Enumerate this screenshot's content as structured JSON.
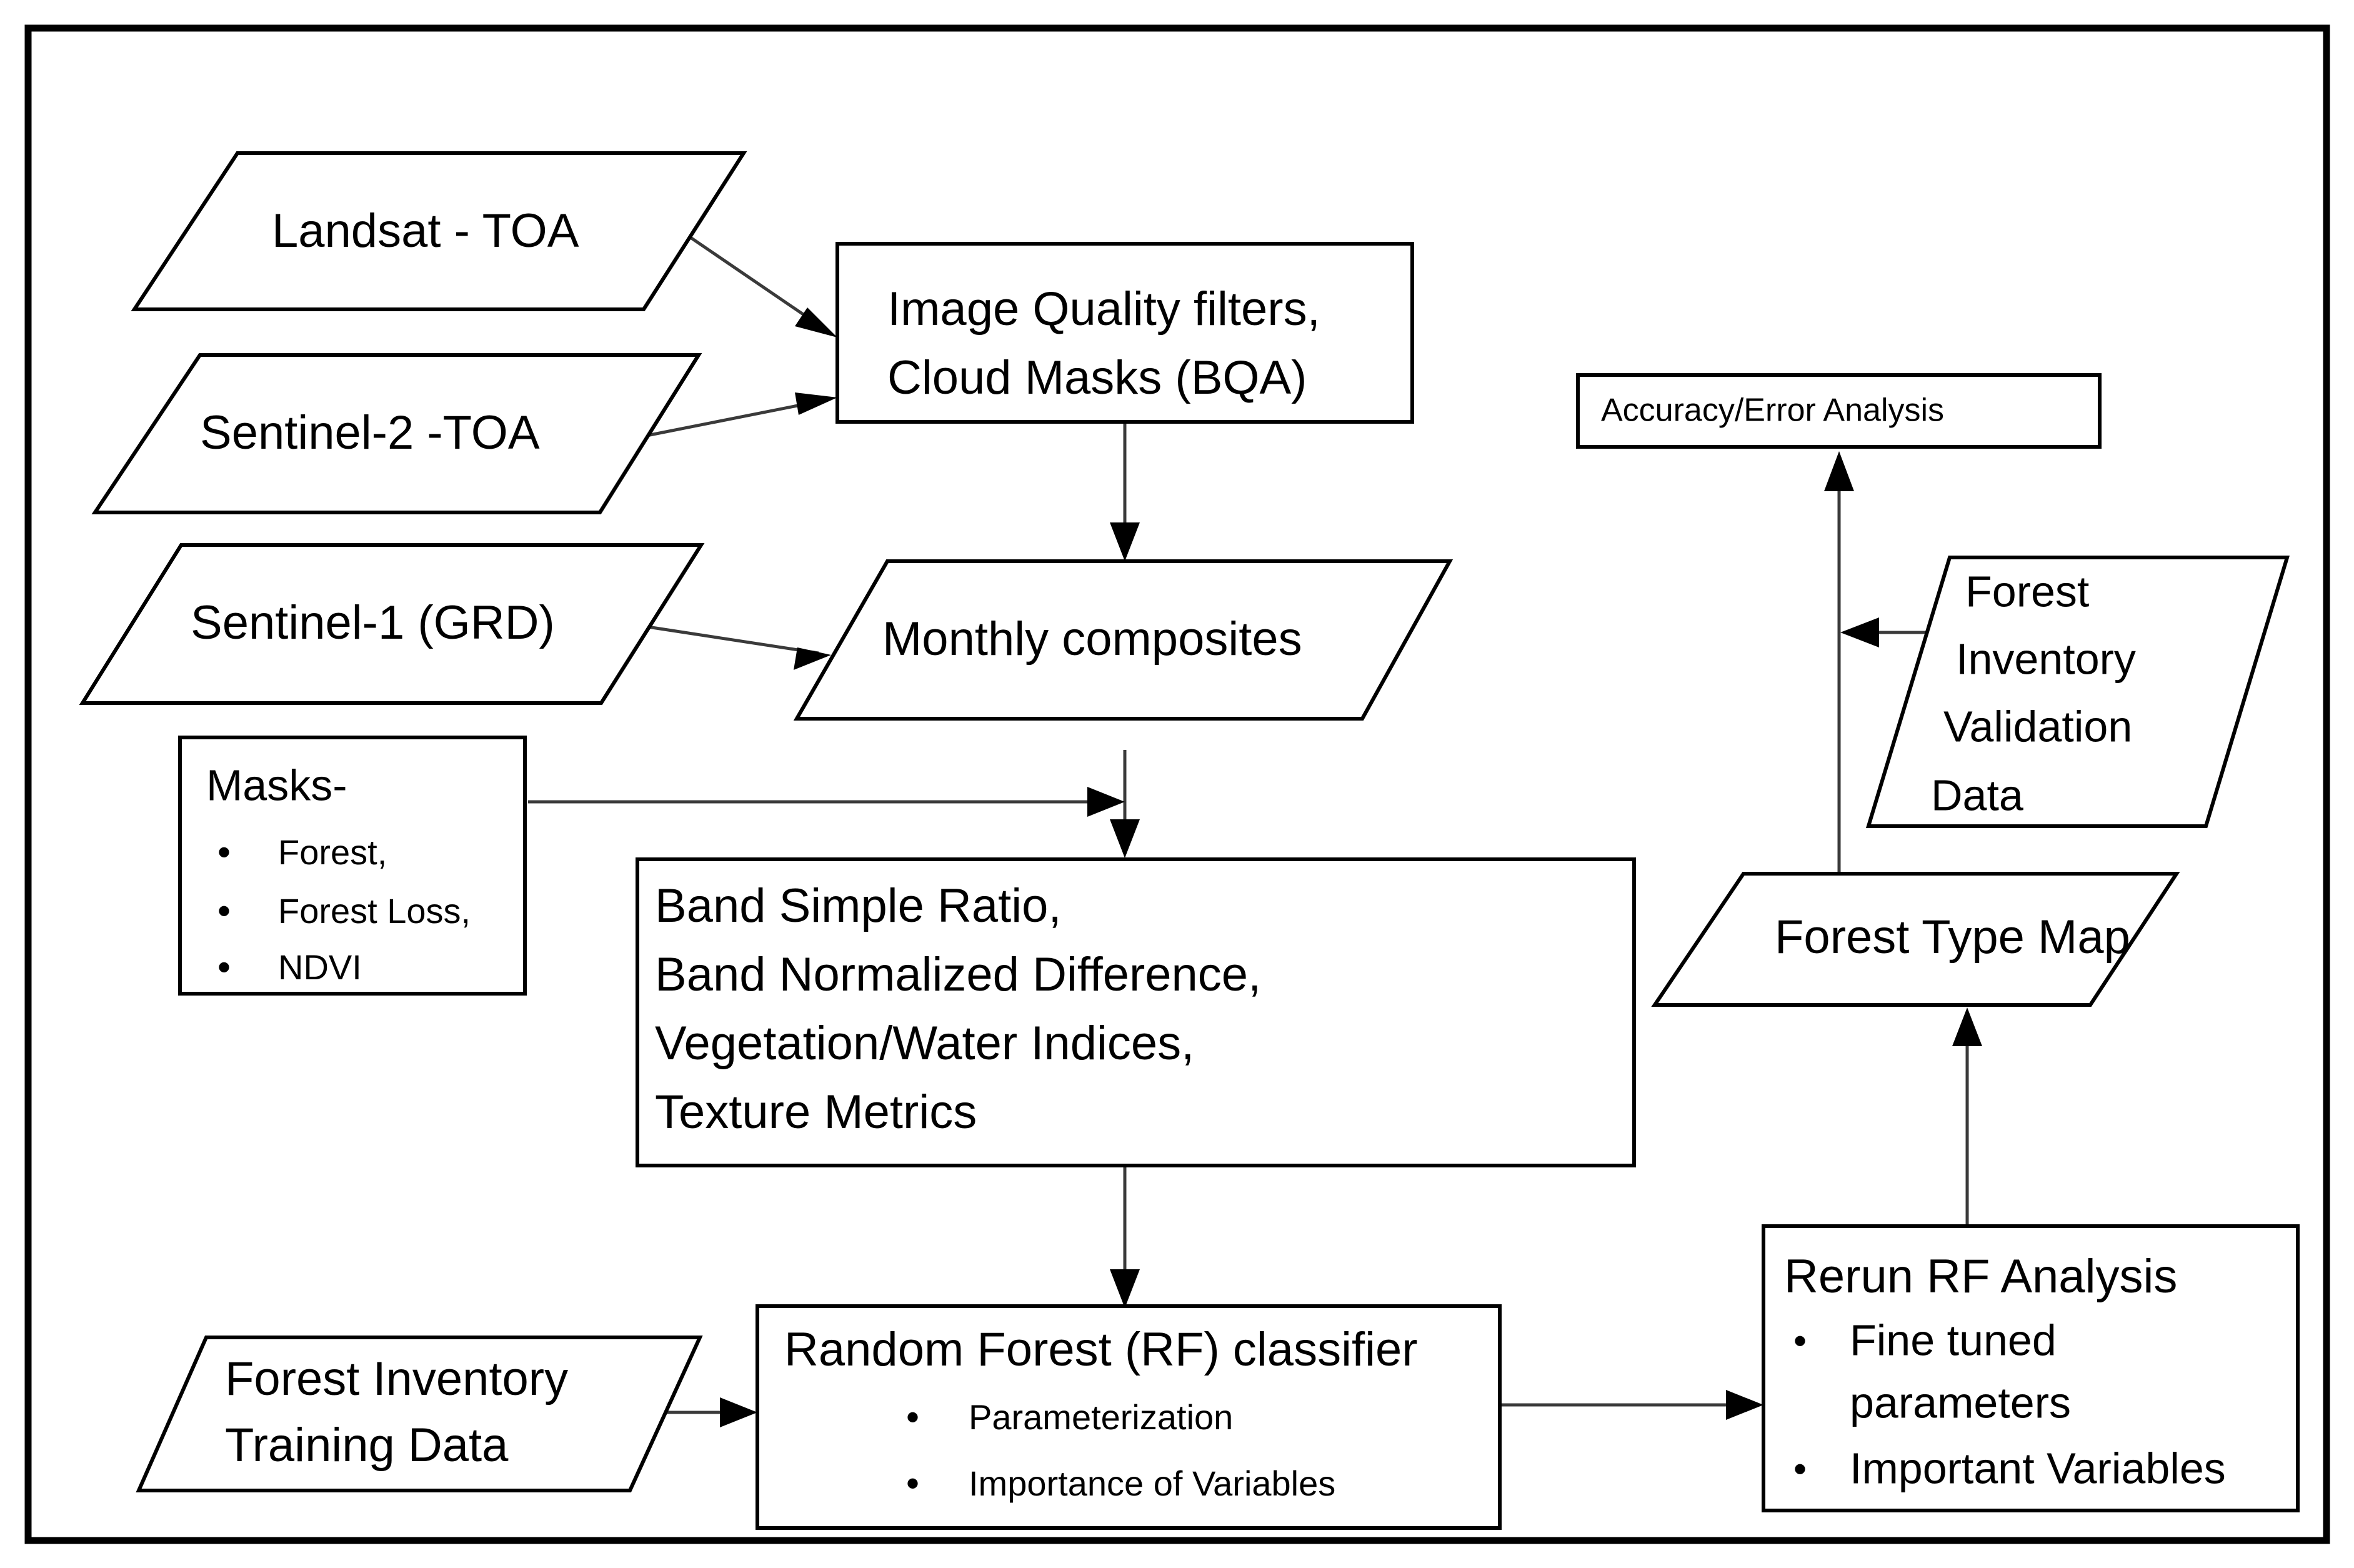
{
  "diagram": {
    "title": "Forest type mapping workflow flowchart",
    "frame_color": "#000000",
    "shape_fill": "#ffffff",
    "line_color": "#000000",
    "nodes": {
      "landsat": {
        "shape": "parallelogram",
        "label": "Landsat - TOA"
      },
      "sentinel2": {
        "shape": "parallelogram",
        "label": "Sentinel-2 -TOA"
      },
      "quality": {
        "shape": "rectangle",
        "line1": "Image Quality filters,",
        "line2": "Cloud Masks (BQA)"
      },
      "sentinel1": {
        "shape": "parallelogram",
        "label": "Sentinel-1 (GRD)"
      },
      "composites": {
        "shape": "parallelogram",
        "label": "Monthly composites"
      },
      "masks": {
        "shape": "rectangle",
        "heading": "Masks-",
        "bullets": [
          "Forest,",
          "Forest Loss,",
          "NDVI"
        ]
      },
      "bands": {
        "shape": "rectangle",
        "lines": [
          "Band Simple Ratio,",
          "Band Normalized Difference,",
          "Vegetation/Water Indices,",
          "Texture Metrics"
        ]
      },
      "training": {
        "shape": "parallelogram",
        "line1": "Forest Inventory",
        "line2": "Training Data"
      },
      "classifier": {
        "shape": "rectangle",
        "heading": "Random Forest (RF) classifier",
        "bullets": [
          "Parameterization",
          "Importance of Variables"
        ]
      },
      "rerun": {
        "shape": "rectangle",
        "heading": "Rerun RF Analysis",
        "bullets": [
          "Fine tuned",
          "parameters",
          "Important Variables"
        ]
      },
      "forest_type_map": {
        "shape": "parallelogram",
        "label": "Forest Type Map"
      },
      "validation": {
        "shape": "parallelogram",
        "lines": [
          "Forest",
          "Inventory",
          "Validation",
          "Data"
        ]
      },
      "accuracy": {
        "shape": "rectangle",
        "label": "Accuracy/Error Analysis"
      }
    },
    "edges": [
      {
        "from": "landsat",
        "to": "quality",
        "style": "arrow"
      },
      {
        "from": "sentinel2",
        "to": "quality",
        "style": "arrow"
      },
      {
        "from": "quality",
        "to": "composites",
        "style": "arrow"
      },
      {
        "from": "sentinel1",
        "to": "composites",
        "style": "arrow"
      },
      {
        "from": "composites",
        "to": "bands",
        "style": "arrow"
      },
      {
        "from": "masks",
        "to": "bands",
        "style": "arrow"
      },
      {
        "from": "bands",
        "to": "classifier",
        "style": "arrow"
      },
      {
        "from": "training",
        "to": "classifier",
        "style": "arrow"
      },
      {
        "from": "classifier",
        "to": "rerun",
        "style": "arrow"
      },
      {
        "from": "rerun",
        "to": "forest_type_map",
        "style": "arrow"
      },
      {
        "from": "forest_type_map",
        "to": "accuracy",
        "style": "arrow"
      },
      {
        "from": "validation",
        "to": "accuracy",
        "style": "arrow"
      }
    ]
  }
}
